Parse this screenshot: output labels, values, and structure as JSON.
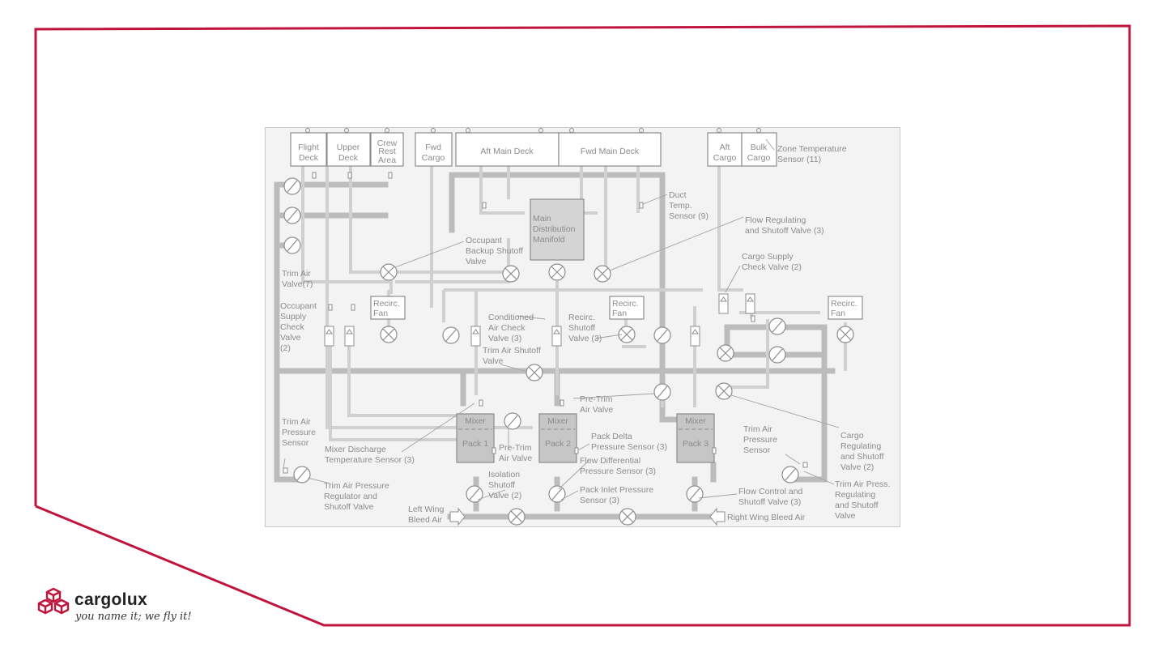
{
  "slide": {
    "accent_color": "#c0143c",
    "brand": {
      "name": "cargolux",
      "tagline": "you name it; we fly it!",
      "logo_icon": "stacked-cubes-icon"
    }
  },
  "diagram": {
    "zones": {
      "flight_deck": [
        "Flight",
        "Deck"
      ],
      "upper_deck": [
        "Upper",
        "Deck"
      ],
      "crew_rest": [
        "Crew",
        "Rest",
        "Area"
      ],
      "fwd_cargo": [
        "Fwd",
        "Cargo"
      ],
      "aft_main_deck": "Aft Main Deck",
      "fwd_main_deck": "Fwd Main Deck",
      "aft_cargo": [
        "Aft",
        "Cargo"
      ],
      "bulk_cargo": [
        "Bulk",
        "Cargo"
      ]
    },
    "manifold": [
      "Main",
      "Distribution",
      "Manifold"
    ],
    "fans": {
      "fan1": [
        "Recirc.",
        "Fan"
      ],
      "fan2": [
        "Recirc.",
        "Fan"
      ],
      "fan3": [
        "Recirc.",
        "Fan"
      ]
    },
    "packs": {
      "pack1": {
        "mixer": "Mixer",
        "pack": "Pack 1"
      },
      "pack2": {
        "mixer": "Mixer",
        "pack": "Pack 2"
      },
      "pack3": {
        "mixer": "Mixer",
        "pack": "Pack 3"
      }
    },
    "callouts": {
      "zone_temp_sensor": [
        "Zone Temperature",
        "Sensor (11)"
      ],
      "duct_temp_sensor": [
        "Duct",
        "Temp.",
        "Sensor (9)"
      ],
      "flow_reg_valve": [
        "Flow Regulating",
        "and Shutoff Valve (3)"
      ],
      "occupant_backup": [
        "Occupant",
        "Backup Shutoff",
        "Valve"
      ],
      "cargo_supply_check": [
        "Cargo Supply",
        "Check Valve (2)"
      ],
      "trim_air_valve": [
        "Trim Air",
        "Valve(7)"
      ],
      "occupant_supply_check": [
        "Occupant",
        "Supply",
        "Check",
        "Valve",
        "(2)"
      ],
      "conditioned_air_check": [
        "Conditioned",
        "Air Check",
        "Valve (3)"
      ],
      "recirc_shutoff": [
        "Recirc.",
        "Shutoff",
        "Valve (3)"
      ],
      "trim_air_shutoff": [
        "Trim Air Shutoff",
        "Valve"
      ],
      "pre_trim_upper": [
        "Pre-Trim",
        "Air Valve"
      ],
      "trim_air_pressure_sensor_left": [
        "Trim Air",
        "Pressure",
        "Sensor"
      ],
      "mixer_discharge_sensor": [
        "Mixer Discharge",
        "Temperature Sensor (3)"
      ],
      "pre_trim_lower": [
        "Pre-Trim",
        "Air Valve"
      ],
      "pack_delta_sensor": [
        "Pack Delta",
        "Pressure Sensor (3)"
      ],
      "trim_air_pressure_sensor_right": [
        "Trim Air",
        "Pressure",
        "Sensor"
      ],
      "cargo_reg_valve": [
        "Cargo",
        "Regulating",
        "and Shutoff",
        "Valve (2)"
      ],
      "isolation_valve": [
        "Isolation",
        "Shutoff",
        "Valve (2)"
      ],
      "flow_diff_sensor": [
        "Flow Differential",
        "Pressure Sensor (3)"
      ],
      "trim_reg_left": [
        "Trim Air Pressure",
        "Regulator and",
        "Shutoff Valve"
      ],
      "pack_inlet_sensor": [
        "Pack Inlet Pressure",
        "Sensor (3)"
      ],
      "flow_control_valve": [
        "Flow Control and",
        "Shutoff Valve (3)"
      ],
      "trim_reg_right": [
        "Trim Air Press.",
        "Regulating",
        "and Shutoff",
        "Valve"
      ],
      "left_bleed": [
        "Left Wing",
        "Bleed Air"
      ],
      "right_bleed": "Right Wing Bleed Air"
    }
  }
}
